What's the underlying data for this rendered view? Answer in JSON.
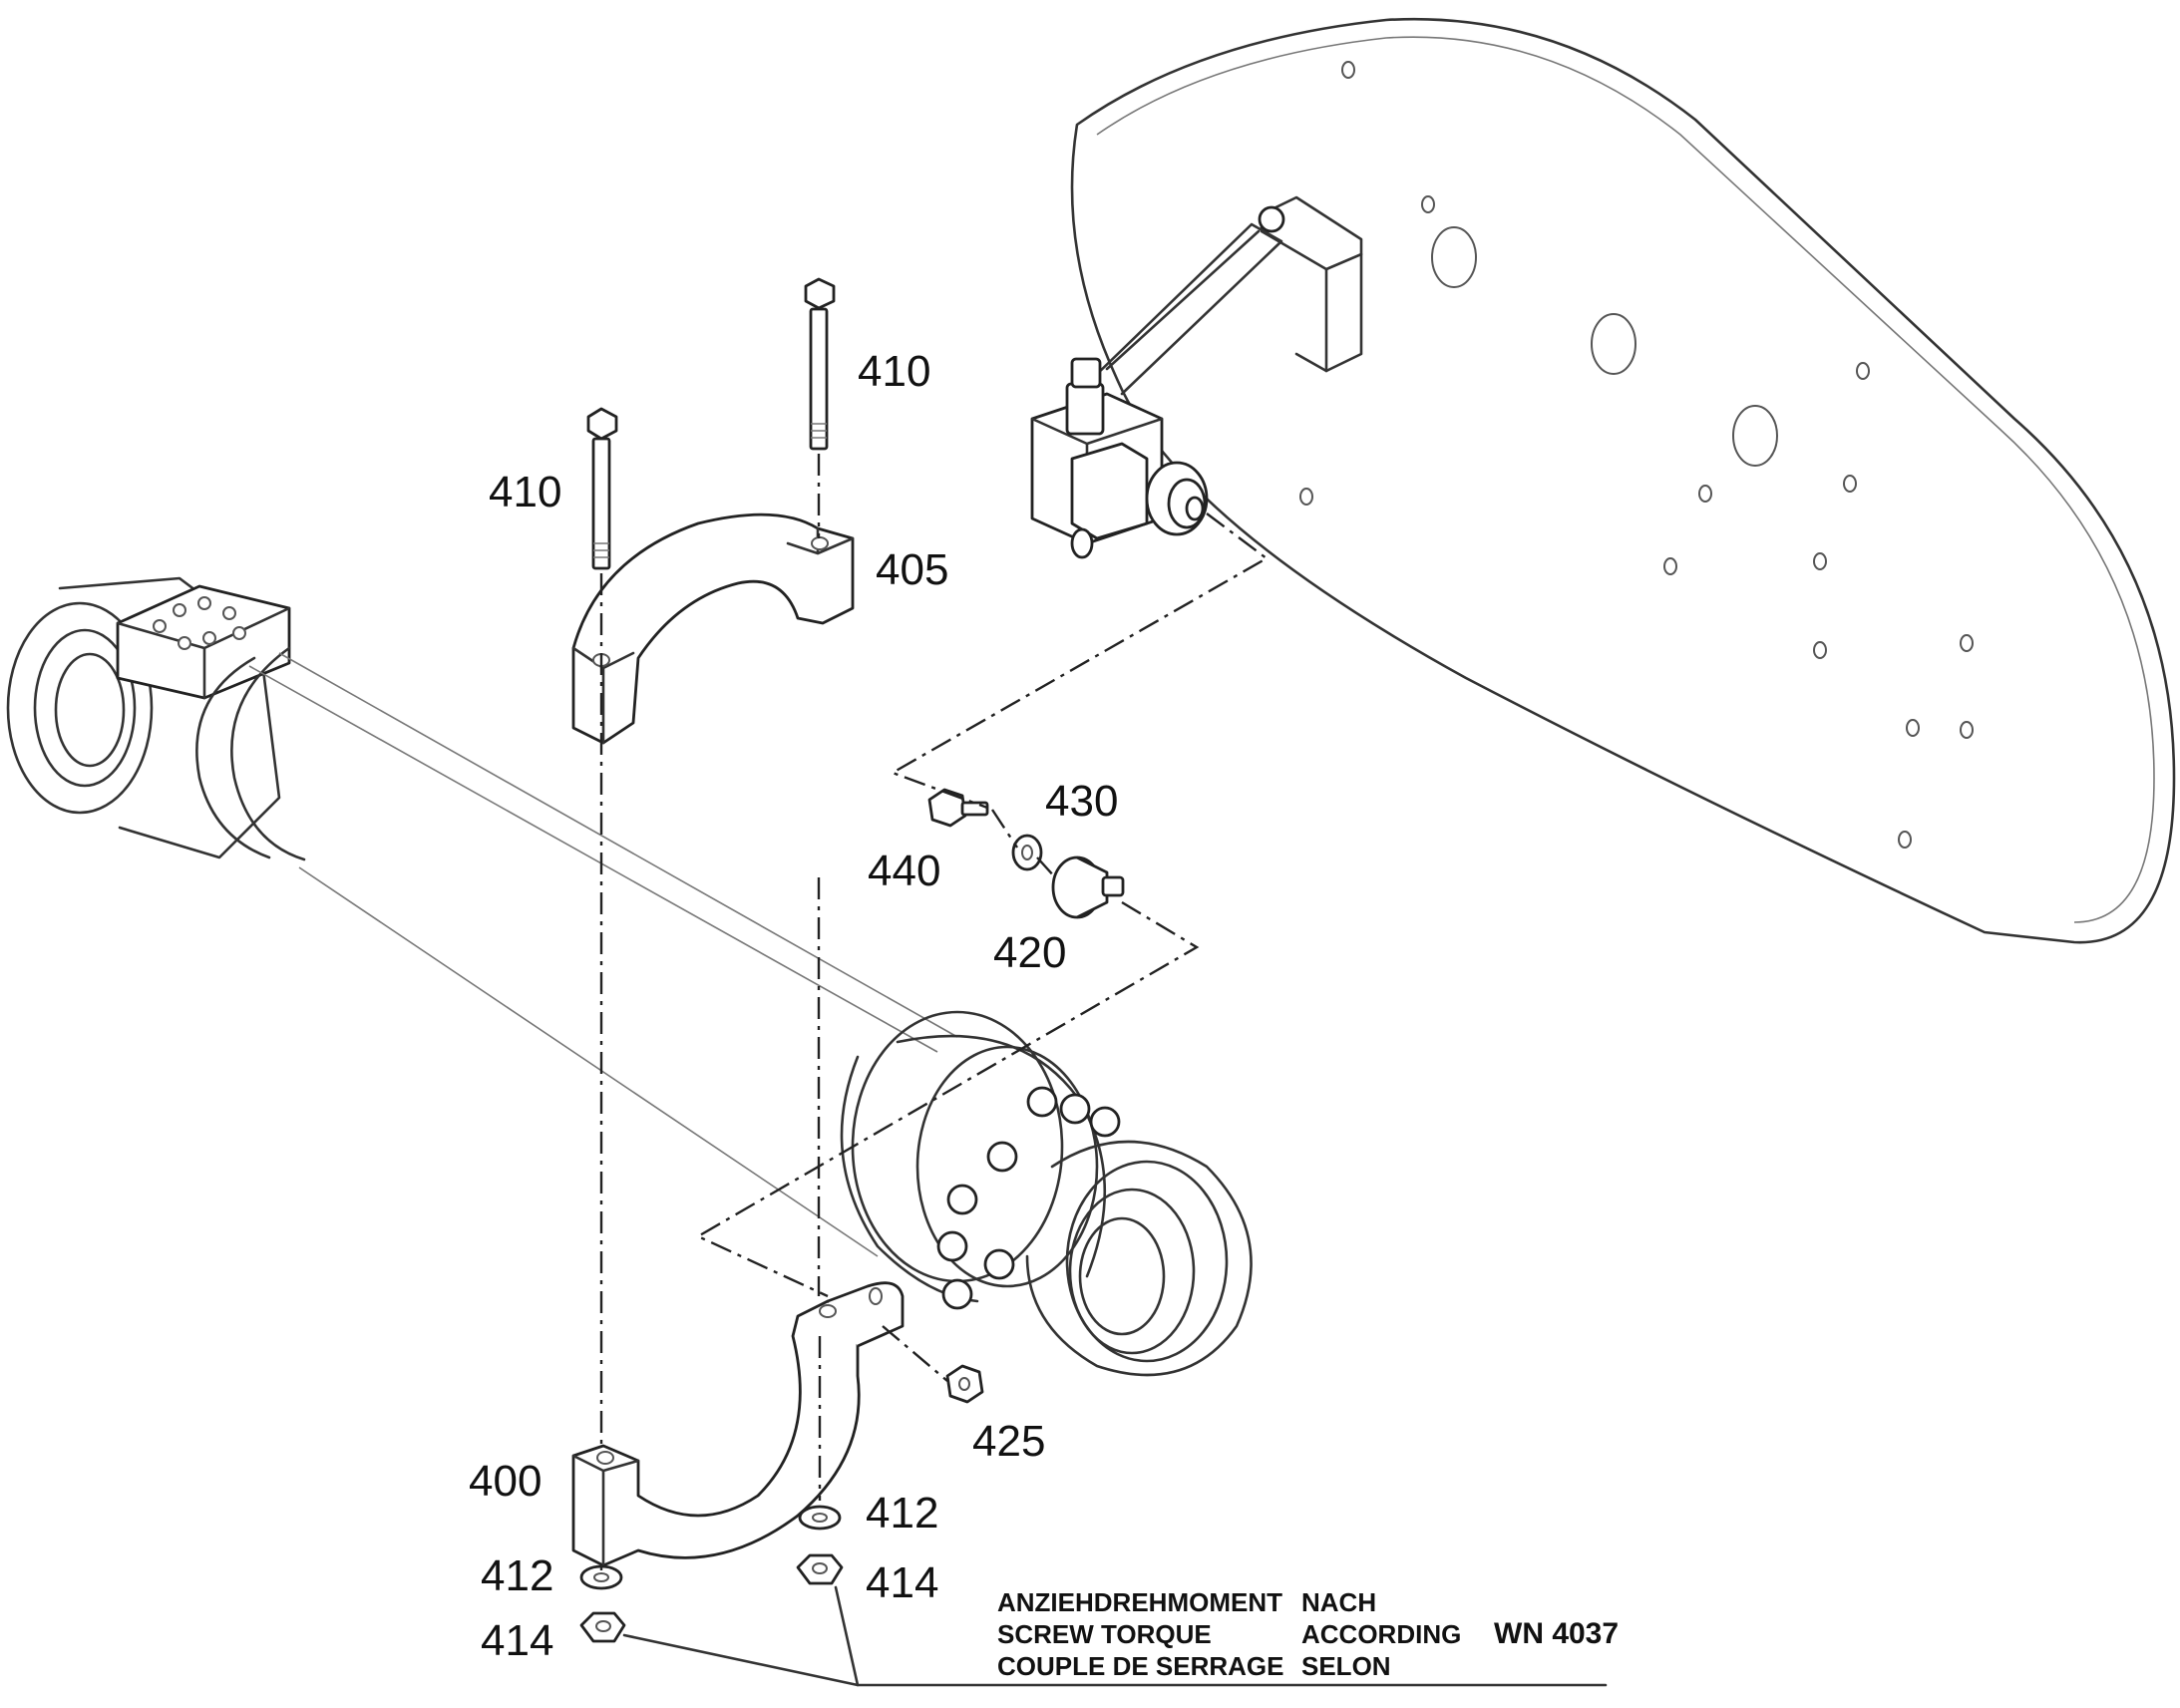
{
  "diagram": {
    "part_callouts": [
      {
        "id": "bolt-left",
        "label": "410"
      },
      {
        "id": "bolt-right",
        "label": "410"
      },
      {
        "id": "clamp-upper",
        "label": "405"
      },
      {
        "id": "clamp-lower",
        "label": "400"
      },
      {
        "id": "screw",
        "label": "440"
      },
      {
        "id": "washer-small",
        "label": "430"
      },
      {
        "id": "spacer",
        "label": "420"
      },
      {
        "id": "nut-side",
        "label": "425"
      },
      {
        "id": "washer-right",
        "label": "412"
      },
      {
        "id": "nut-right",
        "label": "414"
      },
      {
        "id": "washer-left",
        "label": "412"
      },
      {
        "id": "nut-left",
        "label": "414"
      }
    ],
    "torque_note": {
      "col1": [
        "ANZIEHDREHMOMENT",
        "SCREW TORQUE",
        "COUPLE DE SERRAGE"
      ],
      "col2": [
        "NACH",
        "ACCORDING",
        "SELON"
      ],
      "standard": "WN 4037"
    }
  }
}
